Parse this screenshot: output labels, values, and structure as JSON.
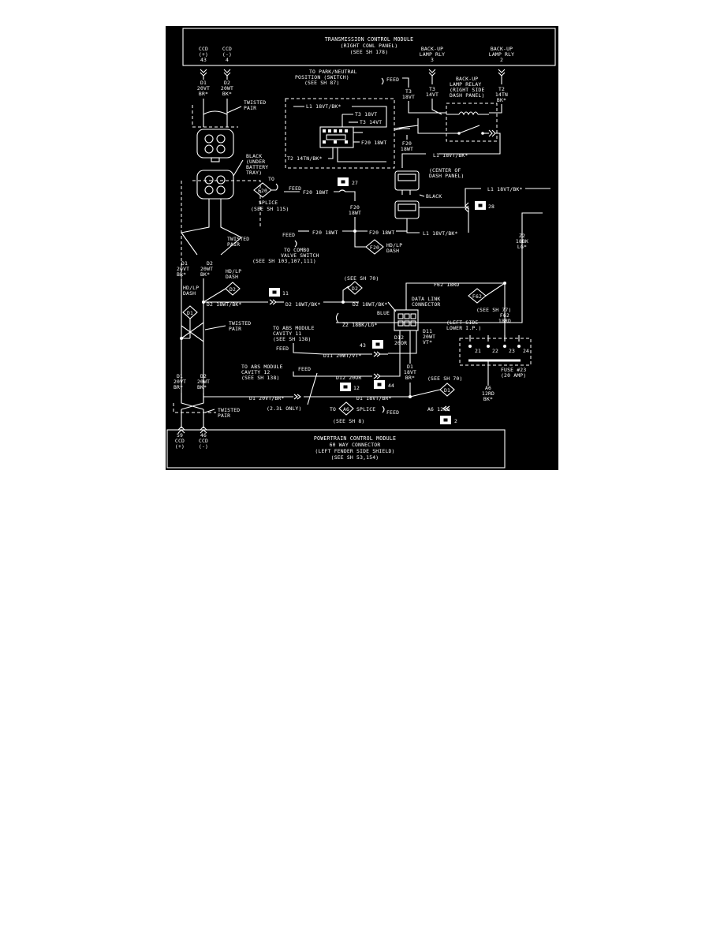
{
  "tcm": {
    "line1": "TRANSMISSION CONTROL MODULE",
    "line2": "(RIGHT COWL PANEL)",
    "line3": "(SEE SH 178)",
    "pin_ccd_plus": [
      "CCD",
      "(+)",
      "43"
    ],
    "pin_ccd_minus": [
      "CCD",
      "(-)",
      "4"
    ],
    "pin_backup_3": [
      "BACK-UP",
      "LAMP RLY",
      "3"
    ],
    "pin_backup_2": [
      "BACK-UP",
      "LAMP RLY",
      "2"
    ]
  },
  "wires": {
    "d1_top": [
      "D1",
      "20VT",
      "BR*"
    ],
    "d2_top": [
      "D2",
      "20WT",
      "BK*"
    ],
    "t3": [
      "T3",
      "18VT"
    ],
    "t3b": [
      "T3",
      "14VT"
    ],
    "t2": [
      "T2",
      "14TN",
      "BK*"
    ],
    "l1_inner": "L1 18VT/BK*",
    "t3_inner": "T3 18VT",
    "t3_inner2": "T3 14VT",
    "black1": "BLACK",
    "f20_inner": "F20 18WT",
    "t2_inner": "T2 14TN/BK*",
    "f20_18wt": [
      "F20",
      "18WT"
    ],
    "l1_mid": "L1 18VT/BK*",
    "l1_right": "L1 18VT/BK*",
    "l1_lower": "L1 18VT/BK*",
    "f20_h1": "F20 18WT",
    "f20_v": [
      "F20",
      "18WT"
    ],
    "f20_h2": "F20 18WT",
    "f20_h3": "F20 18WT",
    "z2_right": [
      "Z2",
      "18BK",
      "LG*"
    ],
    "d1_mid": [
      "D1",
      "20VT",
      "BR*"
    ],
    "d2_mid": [
      "D2",
      "20WT",
      "BK*"
    ],
    "d2_h1": "D2 18WT/BK*",
    "d2_h2": "D2 18WT/BK*",
    "d2_h3": "D2 18WT/BK*",
    "z2_h": "Z2 18BK/LG*",
    "f62_h": "F62 18RD",
    "f62_v": [
      "F62",
      "18RD"
    ],
    "d11_h": "D11 20WT/VT*",
    "d12_v": [
      "D12",
      "20OR"
    ],
    "d11_v": [
      "D11",
      "20WT",
      "VT*"
    ],
    "d12_h": "D12 20OR",
    "d1_v2": [
      "D1",
      "18VT",
      "BR*"
    ],
    "d1_bot": [
      "D1",
      "20VT",
      "BR*"
    ],
    "d2_bot": [
      "D2",
      "20WT",
      "BK*"
    ],
    "d1_h_bot": "D1 20VT/BR*",
    "d1_h_bot2": "D1 18VT/BR*",
    "a6": [
      "A6",
      "12RD",
      "BK*"
    ]
  },
  "labels": {
    "twisted_pair_1": [
      "TWISTED",
      "PAIR"
    ],
    "black_under": [
      "BLACK",
      "(UNDER",
      "BATTERY",
      "TRAY)"
    ],
    "park_neutral": [
      "TO PARK/NEUTRAL",
      "POSITION (SWITCH)",
      "(SEE SH 87)"
    ],
    "feed_pn": "FEED",
    "backup_relay": [
      "BACK-UP",
      "LAMP RELAY",
      "(RIGHT SIDE",
      "DASH PANEL)"
    ],
    "center_dash": [
      "(CENTER OF",
      "DASH PANEL)"
    ],
    "black2": "BLACK",
    "to_f20": "TO",
    "f20_diamond": "F20",
    "splice": "SPLICE",
    "see_115": "(SEE SH 115)",
    "feed_f20": "FEED",
    "ref_27": "27",
    "ref_28": "28",
    "feed_combo": "FEED",
    "to_combo": [
      "TO COMBO",
      "VALVE SWITCH",
      "(SEE SH 103,107,111)"
    ],
    "f20_hd": "F20",
    "hd_lp_dash1": [
      "HD/LP",
      "DASH"
    ],
    "twisted_pair_2": [
      "TWISTED",
      "PAIR"
    ],
    "d2_diamond_1": "D2",
    "hd_lp_dash2": [
      "HD/LP",
      "DASH"
    ],
    "d1_diamond_1": "D1",
    "hd_lp_dash3": [
      "HD/LP",
      "DASH"
    ],
    "ref_11": "11",
    "twisted_pair_3": [
      "TWISTED",
      "PAIR"
    ],
    "see_70a": "(SEE SH 70)",
    "d2_diamond_2": "D2",
    "blue": "BLUE",
    "data_link": [
      "DATA LINK",
      "CONNECTOR"
    ],
    "f62_diamond": "F62",
    "see_77": "(SEE SH 77)",
    "left_side": [
      "(LEFT SIDE",
      "LOWER I.P.)"
    ],
    "to_abs1": [
      "TO ABS MODULE",
      "CAVITY 11",
      "(SEE SH 138)"
    ],
    "feed_abs1": "FEED",
    "ref_43": "43",
    "fuse_pins": [
      "21",
      "22",
      "23",
      "24"
    ],
    "fuse_label": [
      "FUSE #23",
      "(20 AMP)"
    ],
    "to_abs2": [
      "TO ABS MODULE",
      "CAVITY 12",
      "(SEE SH 138)"
    ],
    "feed_abs2": "FEED",
    "ref_12": "12",
    "ref_44": "44",
    "see_70b": "(SEE SH 70)",
    "d1_diamond_2": "D1",
    "twisted_pair_4": [
      "TWISTED",
      "PAIR"
    ],
    "only_23": "(2.3L ONLY)",
    "to_a6": "TO",
    "a6_diamond": "A6",
    "splice_a6": "SPLICE",
    "feed_a6": "FEED",
    "a6_12rd": "A6 12RD",
    "see_sh8": "(SEE SH 8)",
    "ref_2": "2"
  },
  "pcm": {
    "line1": "POWERTRAIN CONTROL MODULE",
    "line2": "60 WAY CONNECTOR",
    "line3": "(LEFT FENDER SIDE SHIELD)",
    "line4": "(SEE SH 53,154)",
    "pin_59": [
      "59",
      "CCD",
      "(+)"
    ],
    "pin_46": [
      "46",
      "CCD",
      "(-)"
    ]
  }
}
